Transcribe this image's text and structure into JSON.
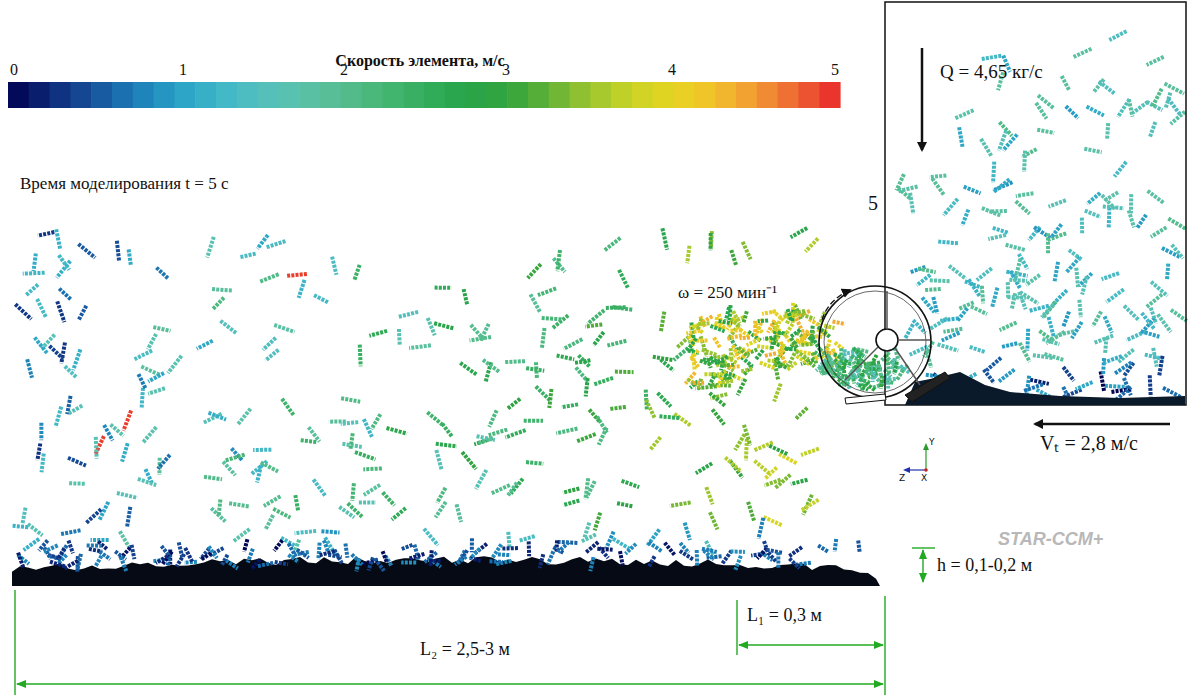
{
  "diagram": {
    "labels": [
      "Скорость элемента, м/с",
      "0",
      "1",
      "2",
      "3",
      "4",
      "5",
      "Время моделирования t = 5 с",
      "Q = 4,65 кг/с",
      "5",
      "ω = 250 мин⁻¹",
      "Vₜ = 2,8 м/с",
      "h = 0,1-0,2 м",
      "L₁ = 0,3 м",
      "L₂ = 2,5-3 м",
      "STAR-CCM+",
      "Z",
      "X",
      "Y"
    ]
  }
}
